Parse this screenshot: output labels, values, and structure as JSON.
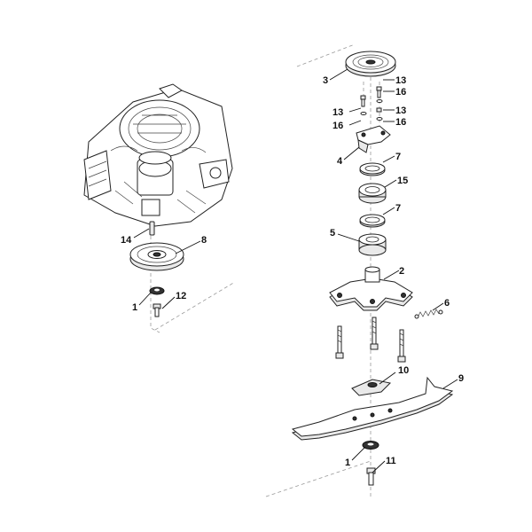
{
  "diagram": {
    "callouts": [
      {
        "id": "c3",
        "text": "3"
      },
      {
        "id": "c13a",
        "text": "13"
      },
      {
        "id": "c16a",
        "text": "16"
      },
      {
        "id": "c13b",
        "text": "13"
      },
      {
        "id": "c13c",
        "text": "13"
      },
      {
        "id": "c16b",
        "text": "16"
      },
      {
        "id": "c16c",
        "text": "16"
      },
      {
        "id": "c4",
        "text": "4"
      },
      {
        "id": "c7a",
        "text": "7"
      },
      {
        "id": "c15",
        "text": "15"
      },
      {
        "id": "c7b",
        "text": "7"
      },
      {
        "id": "c5",
        "text": "5"
      },
      {
        "id": "c2",
        "text": "2"
      },
      {
        "id": "c6",
        "text": "6"
      },
      {
        "id": "c14",
        "text": "14"
      },
      {
        "id": "c8",
        "text": "8"
      },
      {
        "id": "c1a",
        "text": "1"
      },
      {
        "id": "c12",
        "text": "12"
      },
      {
        "id": "c10",
        "text": "10"
      },
      {
        "id": "c9",
        "text": "9"
      },
      {
        "id": "c1b",
        "text": "1"
      },
      {
        "id": "c11",
        "text": "11"
      }
    ]
  }
}
